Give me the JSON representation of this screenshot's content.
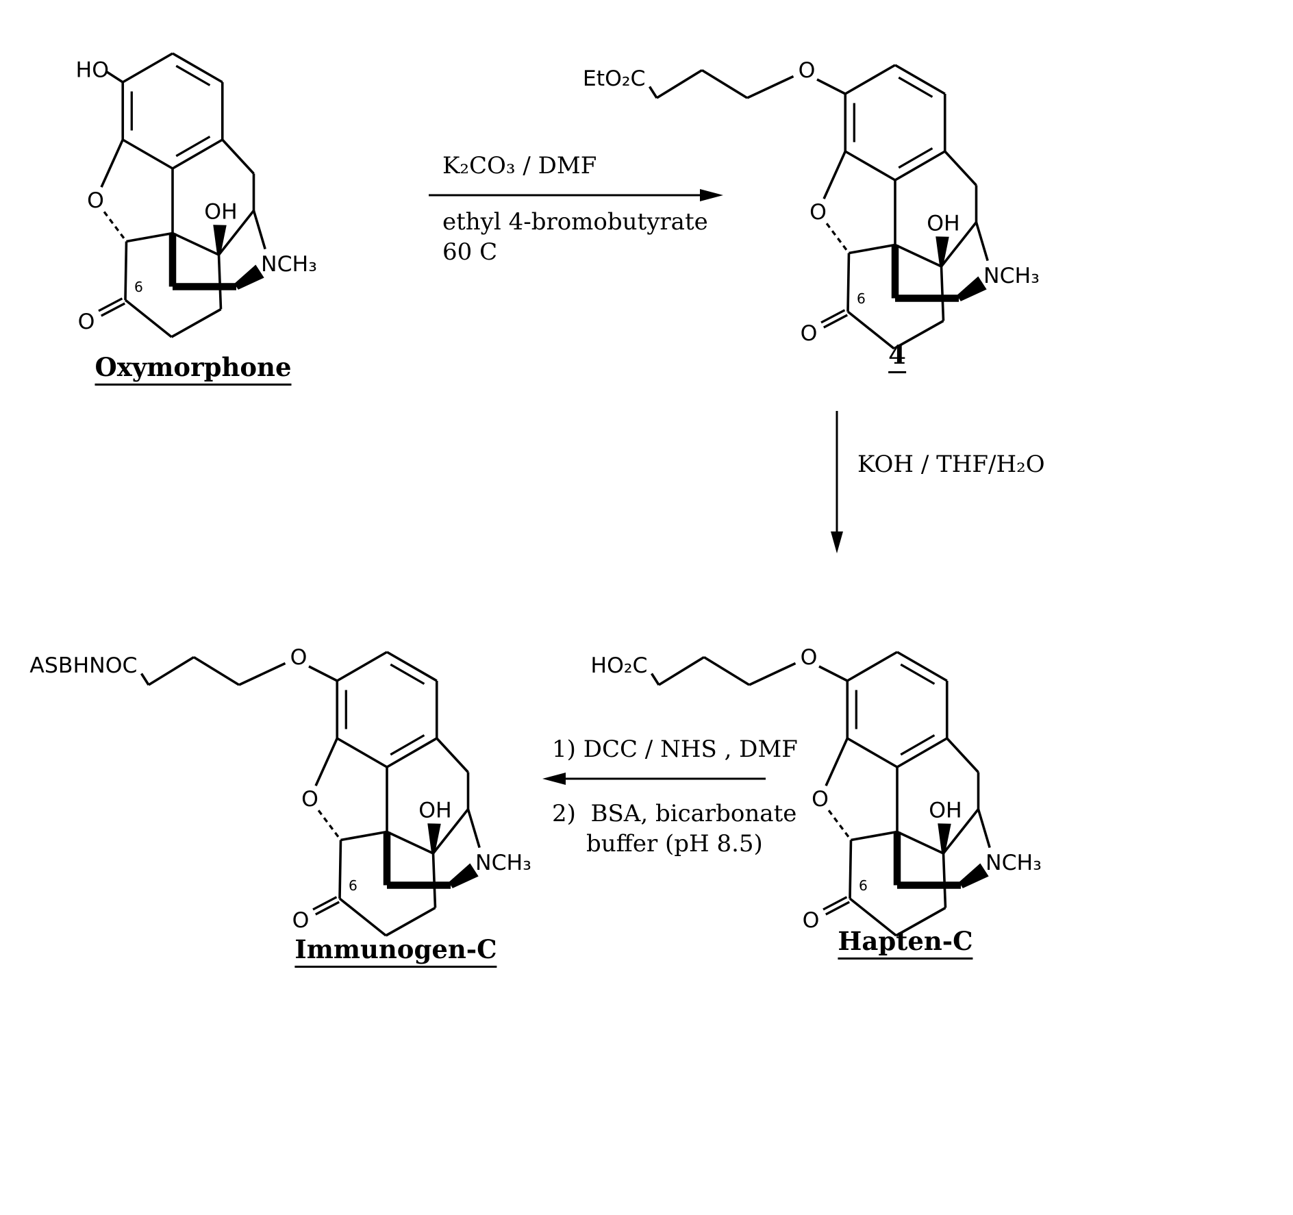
{
  "figure": {
    "ink_color": "#000000",
    "background_color": "#ffffff"
  },
  "scheme": {
    "structures": [
      {
        "id": "oxymorphone",
        "name": "Oxymorphone",
        "variant": "phenol",
        "labels": {
          "substituent": "HO",
          "furan_oxygen": "O",
          "c14_hydroxyl": "OH",
          "n_methyl": "NCH₃",
          "ketone_oxygen": "O",
          "carbon_locant": "6"
        }
      },
      {
        "id": "compound-4",
        "name": "4",
        "variant": "chain",
        "labels": {
          "chain_terminal": "EtO₂C",
          "ether_oxygen": "O",
          "furan_oxygen": "O",
          "c14_hydroxyl": "OH",
          "n_methyl": "NCH₃",
          "ketone_oxygen": "O",
          "carbon_locant": "6"
        }
      },
      {
        "id": "hapten-c",
        "name": "Hapten-C",
        "variant": "chain",
        "labels": {
          "chain_terminal": "HO₂C",
          "ether_oxygen": "O",
          "furan_oxygen": "O",
          "c14_hydroxyl": "OH",
          "n_methyl": "NCH₃",
          "ketone_oxygen": "O",
          "carbon_locant": "6"
        }
      },
      {
        "id": "immunogen-c",
        "name": "Immunogen-C",
        "variant": "chain",
        "labels": {
          "chain_terminal": "ASBHNOC",
          "ether_oxygen": "O",
          "furan_oxygen": "O",
          "c14_hydroxyl": "OH",
          "n_methyl": "NCH₃",
          "ketone_oxygen": "O",
          "carbon_locant": "6"
        }
      }
    ],
    "reactions": [
      {
        "id": "step-1",
        "direction": "right",
        "line_above": "K₂CO₃ / DMF",
        "lines_below": [
          "ethyl 4-bromobutyrate",
          "60 C"
        ]
      },
      {
        "id": "step-2",
        "direction": "down",
        "line_right": "KOH / THF/H₂O"
      },
      {
        "id": "step-3",
        "direction": "left",
        "line_above": "1) DCC / NHS , DMF",
        "lines_below": [
          "2)  BSA, bicarbonate",
          "buffer (pH 8.5)"
        ]
      }
    ]
  }
}
